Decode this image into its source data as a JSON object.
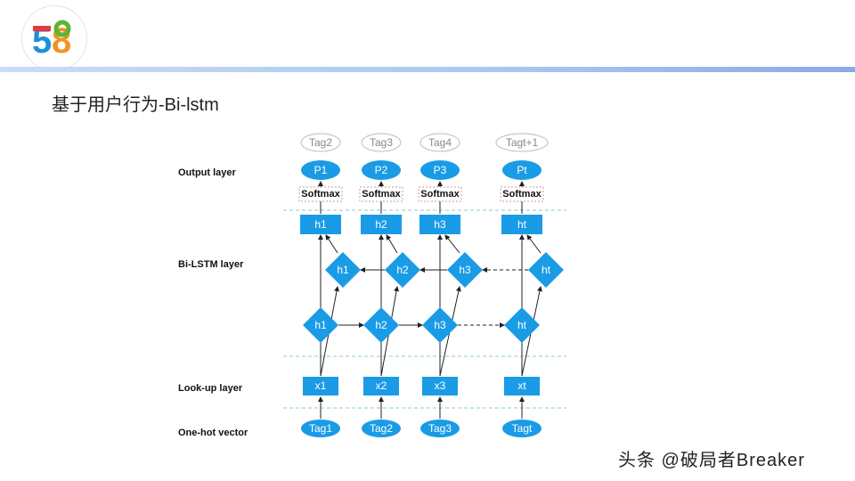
{
  "slide": {
    "title": "基于用户行为-Bi-lstm",
    "watermark": "头条 @破局者Breaker"
  },
  "logo": {
    "text": "58",
    "colors": [
      "#e8373e",
      "#1d8fd8",
      "#5bb533",
      "#f39322"
    ]
  },
  "layers": {
    "output": "Output layer",
    "bilstm": "Bi-LSTM layer",
    "lookup": "Look-up layer",
    "onehot": "One-hot vector"
  },
  "softmax_label": "Softmax",
  "accent": "#1a9be6",
  "columns": [
    {
      "target": "Tag2",
      "p": "P1",
      "h": "h1",
      "bh": "h1",
      "fh": "h1",
      "x": "x1",
      "tag": "Tag1"
    },
    {
      "target": "Tag3",
      "p": "P2",
      "h": "h2",
      "bh": "h2",
      "fh": "h2",
      "x": "x2",
      "tag": "Tag2"
    },
    {
      "target": "Tag4",
      "p": "P3",
      "h": "h3",
      "bh": "h3",
      "fh": "h3",
      "x": "x3",
      "tag": "Tag3"
    },
    {
      "target": "Tagt+1",
      "p": "Pt",
      "h": "ht",
      "bh": "ht",
      "fh": "ht",
      "x": "xt",
      "tag": "Tagt"
    }
  ]
}
